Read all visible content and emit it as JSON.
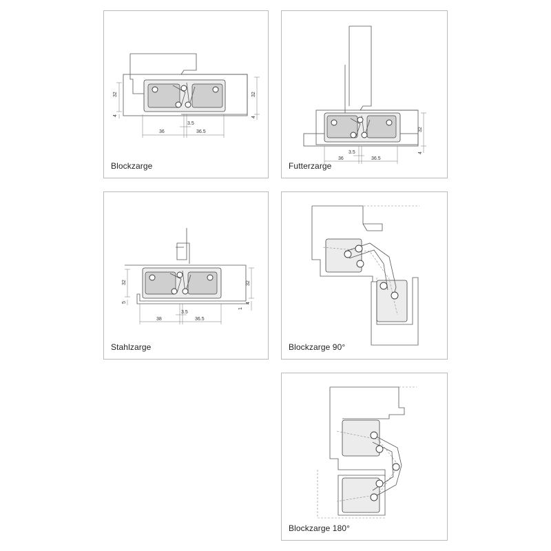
{
  "panels": [
    {
      "id": "blockzarge",
      "caption": "Blockzarge",
      "dims": {
        "d32_left": "32",
        "d4_left": "4",
        "d32_right": "32",
        "d4_right": "4",
        "d3_5": "3.5",
        "d36": "36",
        "d36_5": "36.5"
      }
    },
    {
      "id": "futterzarge",
      "caption": "Futterzarge",
      "dims": {
        "d32_right": "32",
        "d4_right": "4",
        "d3_5": "3.5",
        "d36": "36",
        "d36_5": "36.5"
      }
    },
    {
      "id": "stahlzarge",
      "caption": "Stahlzarge",
      "dims": {
        "d32_left": "32",
        "d5_left": "5",
        "d32_right": "32",
        "d4_right": "4",
        "d1_right": "1",
        "d3_5": "3.5",
        "d38": "38",
        "d36_5": "36.5"
      }
    },
    {
      "id": "blockzarge-90",
      "caption": "Blockzarge 90°"
    },
    {
      "id": "blockzarge-180",
      "caption": "Blockzarge 180°"
    }
  ]
}
